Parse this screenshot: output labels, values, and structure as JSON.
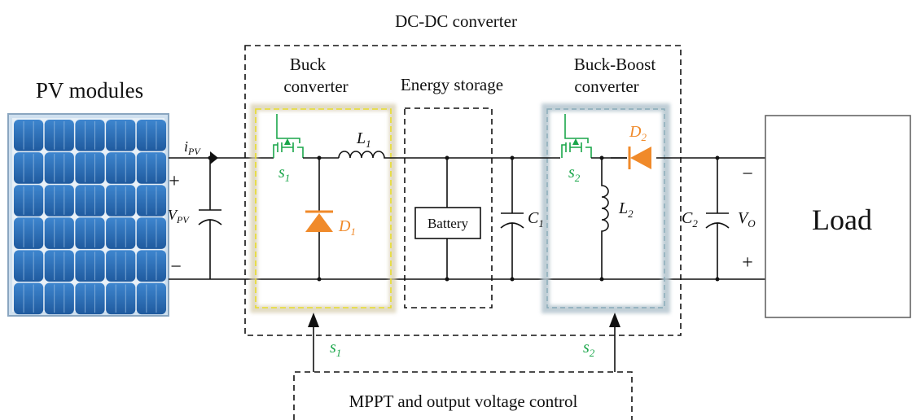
{
  "labels": {
    "dcdc_title": "DC-DC converter",
    "pv_title": "PV modules",
    "buck_line1": "Buck",
    "buck_line2": "converter",
    "storage_title": "Energy storage",
    "bb_line1": "Buck-Boost",
    "bb_line2": "converter",
    "battery": "Battery",
    "load": "Load",
    "control": "MPPT and output voltage control",
    "plus_left": "+",
    "minus_left": "−",
    "minus_right": "−",
    "plus_right": "+"
  },
  "symbols": {
    "ipv_main": "i",
    "ipv_sub": "PV",
    "vpv_main": "V",
    "vpv_sub": "PV",
    "l1_main": "L",
    "l1_sub": "1",
    "l2_main": "L",
    "l2_sub": "2",
    "c1_main": "C",
    "c1_sub": "1",
    "c2_main": "C",
    "c2_sub": "2",
    "vo_main": "V",
    "vo_sub": "O",
    "d1_main": "D",
    "d1_sub": "1",
    "d2_main": "D",
    "d2_sub": "2",
    "s1_main": "s",
    "s1_sub": "1",
    "s2_main": "s",
    "s2_sub": "2"
  },
  "colors": {
    "switch_green": "#1aa64a",
    "diode_orange": "#f08a2a",
    "panel_blue": "#2f6fb3",
    "buck_highlight": "#e8dc2a",
    "buckboost_highlight": "#9fb8c4"
  }
}
